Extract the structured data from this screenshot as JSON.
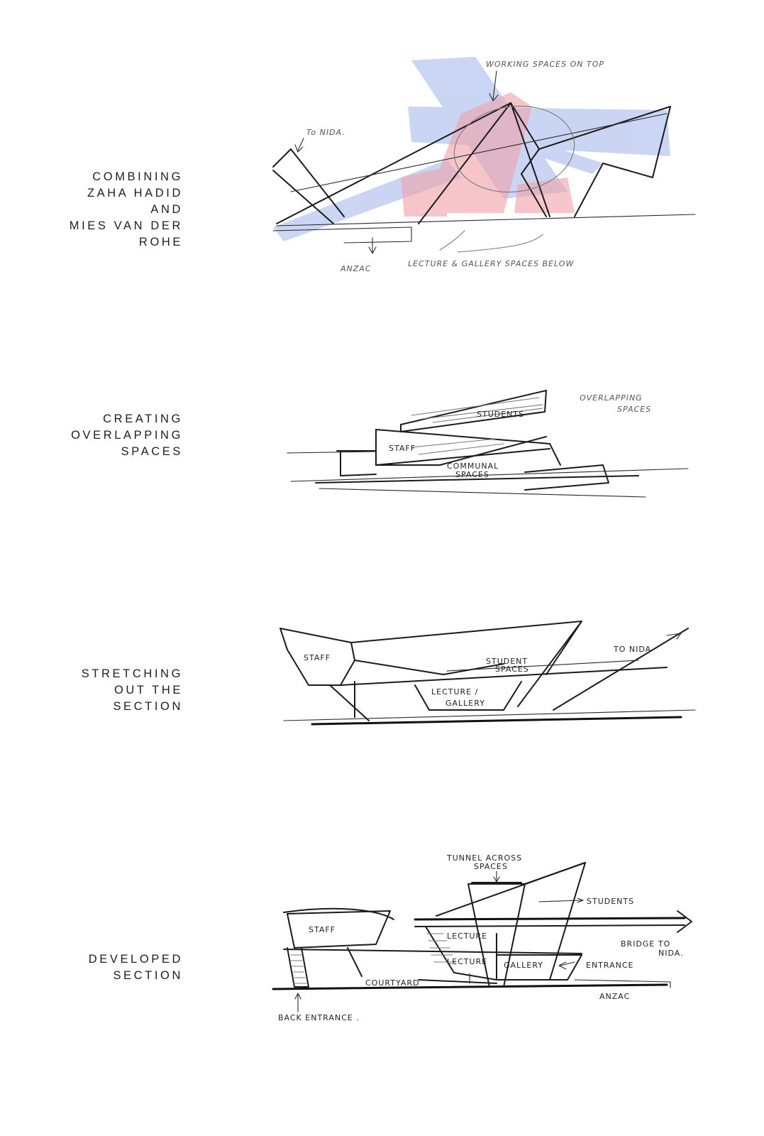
{
  "sections": [
    {
      "caption_lines": [
        "COMBINING",
        "ZAHA HADID",
        "AND",
        "MIES VAN DER",
        "ROHE"
      ],
      "notes": {
        "working": "WORKING SPACES ON TOP",
        "nida": "To NIDA.",
        "anzac": "ANZAC",
        "lecture": "LECTURE & GALLERY SPACES BELOW"
      }
    },
    {
      "caption_lines": [
        "CREATING",
        "OVERLAPPING",
        "SPACES"
      ],
      "notes": {
        "overlap1": "OVERLAPPING",
        "overlap2": "SPACES",
        "students": "STUDENTS",
        "staff": "STAFF",
        "communal1": "COMMUNAL",
        "communal2": "SPACES"
      }
    },
    {
      "caption_lines": [
        "STRETCHING",
        "OUT THE",
        "SECTION"
      ],
      "notes": {
        "staff": "STAFF",
        "student1": "STUDENT",
        "student2": "SPACES",
        "tonida": "TO NIDA",
        "lecture1": "LECTURE /",
        "lecture2": "GALLERY"
      }
    },
    {
      "caption_lines": [
        "DEVELOPED",
        "SECTION"
      ],
      "notes": {
        "tunnel1": "TUNNEL ACROSS",
        "tunnel2": "SPACES",
        "students": "STUDENTS",
        "staff": "STAFF",
        "lecture_a": "LECTURE",
        "lecture_b": "LECTURE",
        "gallery": "GALLERY",
        "entrance": "ENTRANCE",
        "bridge1": "BRIDGE TO",
        "bridge2": "NIDA.",
        "courtyard": "COURTYARD",
        "anzac": "ANZAC",
        "back": "BACK ENTRANCE ."
      }
    }
  ],
  "colors": {
    "ink": "#1b1b1b",
    "blue_wash": "#9fb4ea",
    "red_wash": "#f0a0a8"
  }
}
